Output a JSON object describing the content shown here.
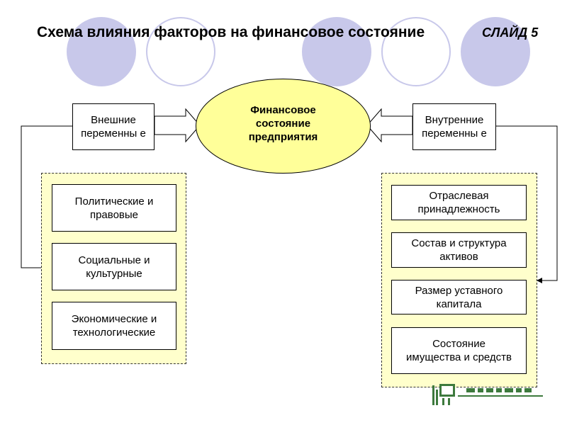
{
  "title": "Схема влияния факторов на финансовое состояние",
  "slide_label": "СЛАЙД 5",
  "center": "Финансовое состояние предприятия",
  "external": {
    "label": "Внешние переменны е",
    "items": [
      "Политические и правовые",
      "Социальные и культурные",
      "Экономические и технологические"
    ]
  },
  "internal": {
    "label": "Внутренние переменны е",
    "items": [
      "Отраслевая принадлежность",
      "Состав и структура активов",
      "Размер уставного капитала",
      "Состояние имущества и средств"
    ]
  },
  "colors": {
    "decor_circle": "#c8c8ea",
    "center_fill": "#ffff99",
    "group_fill": "#ffffcc",
    "logo": "#3d7a3d"
  }
}
